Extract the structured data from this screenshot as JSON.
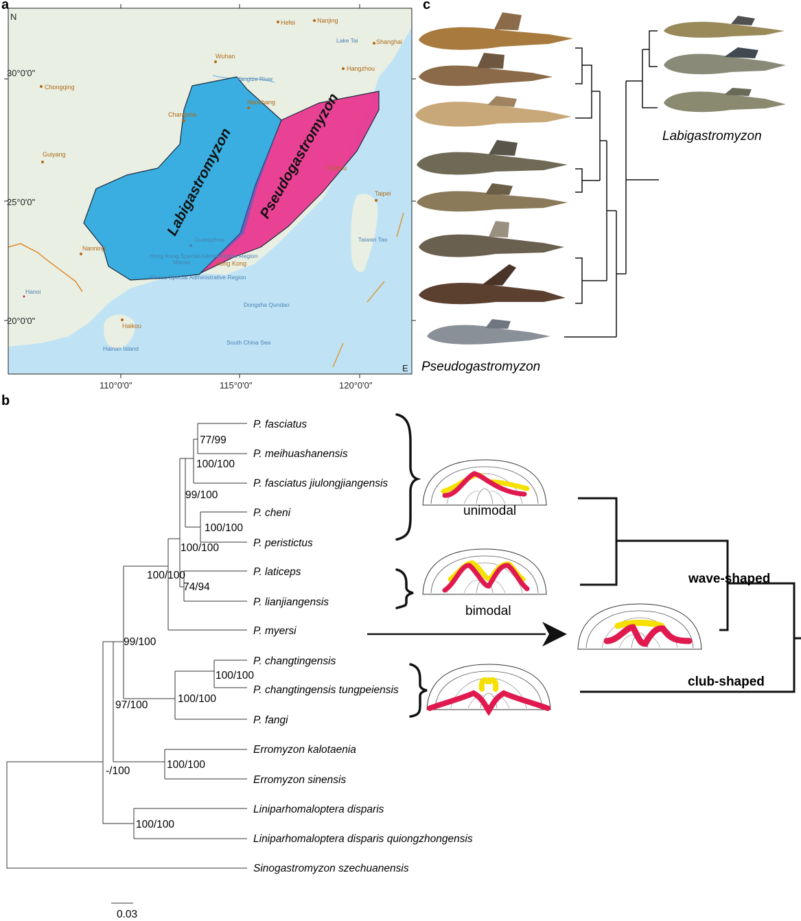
{
  "panels": {
    "a": "a",
    "b": "b",
    "c": "c"
  },
  "map": {
    "corner_n": "N",
    "corner_e": "E",
    "lat_labels": [
      "30°0'0\"",
      "25°0'0\"",
      "20°0'0\""
    ],
    "lon_labels": [
      "110°0'0\"",
      "115°0'0\"",
      "120°0'0\""
    ],
    "regions": [
      {
        "name": "Labigastromyzon",
        "color": "#2aa8e0"
      },
      {
        "name": "Pseudogastromyzon",
        "color": "#e8358f"
      }
    ],
    "cities": [
      "Hefei",
      "Nanjing",
      "Shanghai",
      "Lake Tai",
      "Wuhan",
      "Hangzhou",
      "Chongqing",
      "Nanchang",
      "Changsha",
      "Guiyang",
      "Fuzhou",
      "Taipei",
      "Nanning",
      "Guangzhou",
      "Macao",
      "Hong Kong",
      "Hanoi",
      "Haikou"
    ],
    "features": [
      "Yangtze River",
      "Taiwan Tao",
      "Hong Kong Special Administrative Region",
      "Macao Special Administrative Region",
      "Dongsha Qundao",
      "South China Sea",
      "Hainan Island"
    ],
    "colors": {
      "sea": "#bfe3f5",
      "land": "#e9efe3",
      "border": "#e07a10"
    }
  },
  "cladogram": {
    "labigastromyzon_label": "Labigastromyzon",
    "pseudogastromyzon_label": "Pseudogastromyzon"
  },
  "tree": {
    "scale_label": "0.03",
    "taxa": [
      "P. fasciatus",
      "P. meihuashanensis",
      "P. fasciatus jiulongjiangensis",
      "P. cheni",
      "P. peristictus",
      "P. laticeps",
      "P. lianjiangensis",
      "P. myersi",
      "P. changtingensis",
      "P. changtingensis tungpeiensis",
      "P. fangi",
      "Erromyzon kalotaenia",
      "Erromyzon sinensis",
      "Liniparhomaloptera disparis",
      "Liniparhomaloptera disparis quiongzhongensis",
      "Sinogastromyzon szechuanensis"
    ],
    "supports": [
      "77/99",
      "100/100",
      "99/100",
      "100/100",
      "100/100",
      "100/100",
      "74/94",
      "99/100",
      "100/100",
      "100/100",
      "97/100",
      "100/100",
      "-/100",
      "100/100"
    ]
  },
  "discs": {
    "unimodal": "unimodal",
    "bimodal": "bimodal",
    "wave": "wave-shaped",
    "club": "club-shaped",
    "colors": {
      "red": "#e0194f",
      "yellow": "#f5e000"
    }
  }
}
